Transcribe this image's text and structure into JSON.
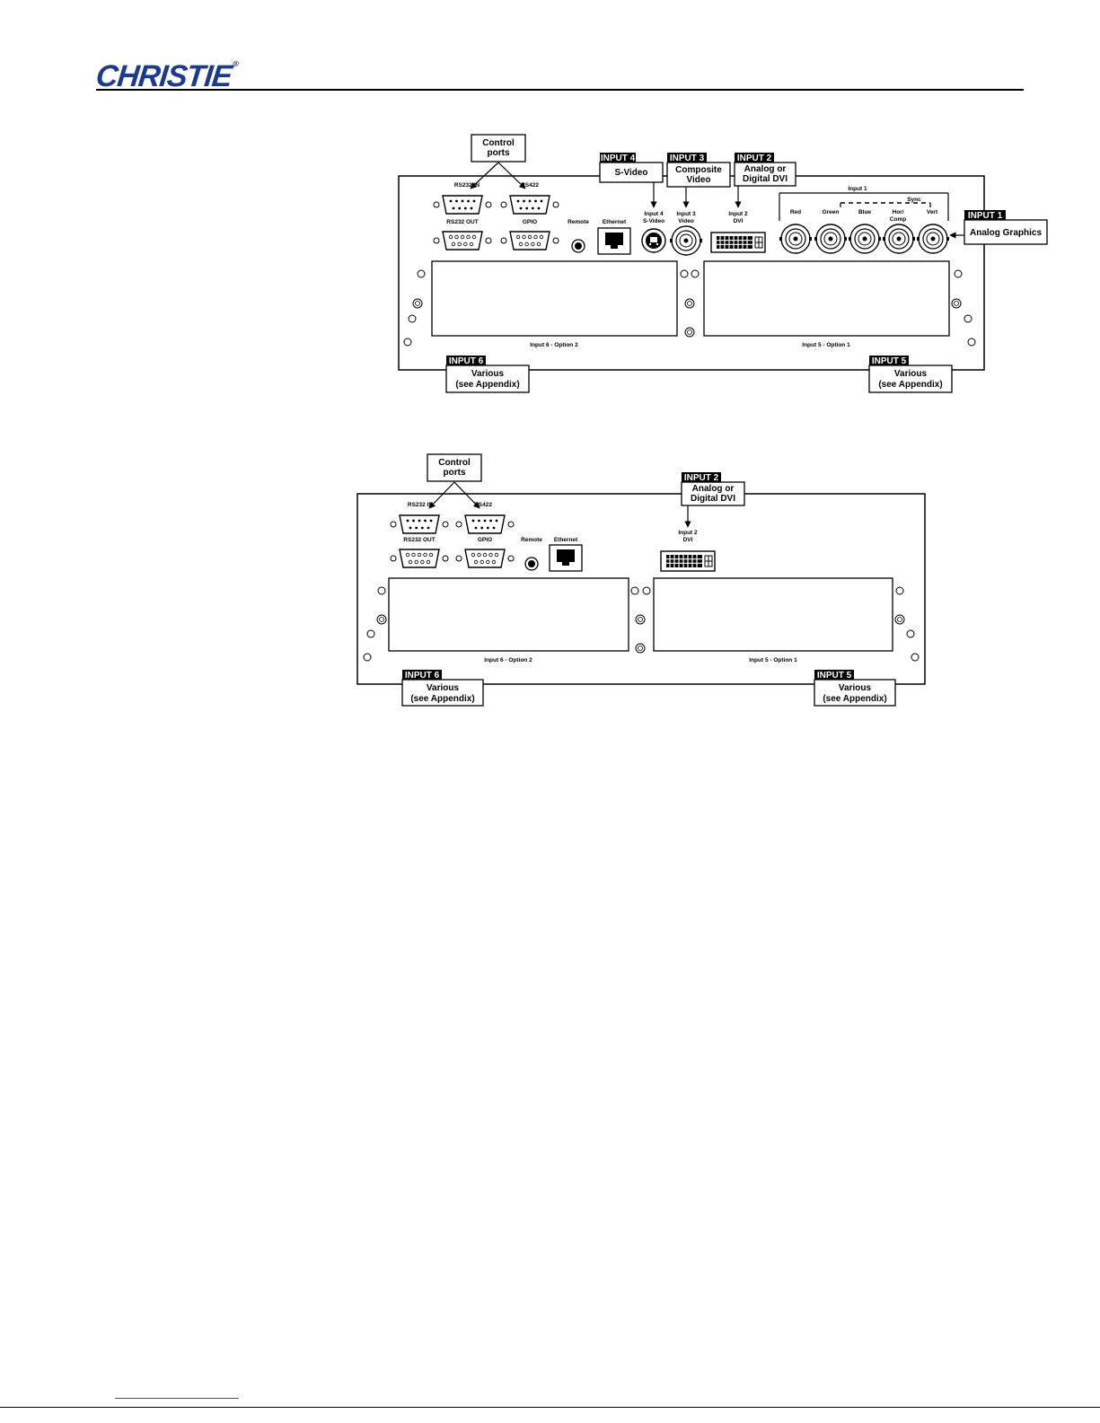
{
  "header": {
    "logo_text": "CHRISTIE",
    "brand_color": "#1a3b8f"
  },
  "panel1": {
    "callouts": {
      "control_ports": [
        "Control",
        "ports"
      ],
      "input4_tag": "INPUT 4",
      "input4_desc": "S-Video",
      "input3_tag": "INPUT 3",
      "input3_desc": [
        "Composite",
        "Video"
      ],
      "input2_tag": "INPUT 2",
      "input2_desc": [
        "Analog or",
        "Digital DVI"
      ],
      "input1_tag": "INPUT 1",
      "input1_desc": "Analog Graphics",
      "input6_tag": "INPUT 6",
      "input6_desc": [
        "Various",
        "(see Appendix)"
      ],
      "input5_tag": "INPUT 5",
      "input5_desc": [
        "Various",
        "(see Appendix)"
      ]
    },
    "labels": {
      "rs232_in": "RS232 IN",
      "rs422": "RS422",
      "rs232_out": "RS232 OUT",
      "gpio": "GPIO",
      "remote": "Remote",
      "ethernet": "Ethernet",
      "input4": [
        "Input 4",
        "S-Video"
      ],
      "input3": [
        "Input 3",
        "Video"
      ],
      "input2": [
        "Input 2",
        "DVI"
      ],
      "input1": "Input 1",
      "sync": "Sync",
      "red": "Red",
      "green": "Green",
      "blue": "Blue",
      "hor_comp": [
        "Hor/",
        "Comp"
      ],
      "vert": "Vert",
      "slot_left": "Input 6 - Option 2",
      "slot_right": "Input 5 - Option 1"
    }
  },
  "panel2": {
    "callouts": {
      "control_ports": [
        "Control",
        "ports"
      ],
      "input2_tag": "INPUT 2",
      "input2_desc": [
        "Analog or",
        "Digital DVI"
      ],
      "input6_tag": "INPUT 6",
      "input6_desc": [
        "Various",
        "(see Appendix)"
      ],
      "input5_tag": "INPUT 5",
      "input5_desc": [
        "Various",
        "(see Appendix)"
      ]
    },
    "labels": {
      "rs232_in": "RS232 IN",
      "rs422": "RS422",
      "rs232_out": "RS232 OUT",
      "gpio": "GPIO",
      "remote": "Remote",
      "ethernet": "Ethernet",
      "input2": [
        "Input 2",
        "DVI"
      ],
      "slot_left": "Input 6 - Option 2",
      "slot_right": "Input 5 - Option 1"
    }
  }
}
